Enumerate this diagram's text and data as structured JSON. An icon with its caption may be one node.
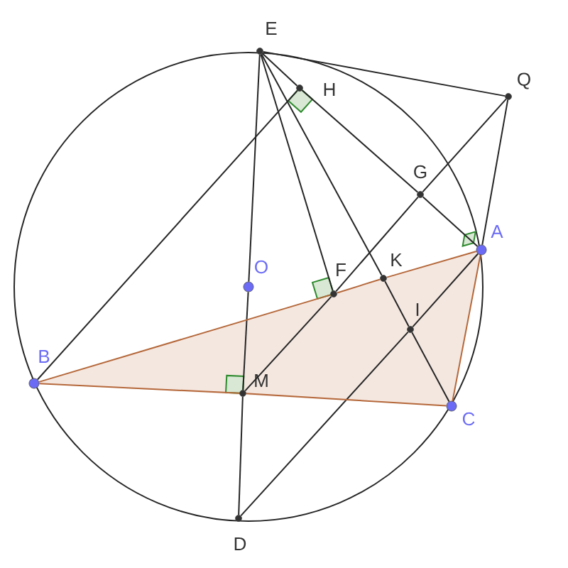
{
  "diagram": {
    "nodes": [
      {
        "text": [
          "E"
        ]
      },
      {
        "text": [
          "H"
        ]
      },
      {
        "text": [
          "Q"
        ]
      },
      {
        "text": [
          "G"
        ]
      },
      {
        "text": [
          "A"
        ]
      },
      {
        "text": [
          "O"
        ]
      },
      {
        "text": [
          "F"
        ]
      },
      {
        "text": [
          "K"
        ]
      },
      {
        "text": [
          "I"
        ]
      },
      {
        "text": [
          "B"
        ]
      },
      {
        "text": [
          "M"
        ]
      },
      {
        "text": [
          "C"
        ]
      },
      {
        "text": [
          "D"
        ]
      }
    ],
    "edges": [
      {
        "from": 0,
        "to": 5,
        "arrow": "none"
      },
      {
        "from": 5,
        "to": 10,
        "arrow": "none"
      },
      {
        "from": 10,
        "to": 12,
        "arrow": "none"
      },
      {
        "from": 0,
        "to": 6,
        "arrow": "none"
      },
      {
        "from": 0,
        "to": 7,
        "arrow": "none"
      },
      {
        "from": 7,
        "to": 8,
        "arrow": "none"
      },
      {
        "from": 8,
        "to": 11,
        "arrow": "none"
      },
      {
        "from": 0,
        "to": 1,
        "arrow": "none"
      },
      {
        "from": 1,
        "to": 3,
        "arrow": "none"
      },
      {
        "from": 3,
        "to": 4,
        "arrow": "none"
      },
      {
        "from": 0,
        "to": 2,
        "arrow": "none"
      },
      {
        "from": 9,
        "to": 1,
        "arrow": "none"
      },
      {
        "from": 2,
        "to": 3,
        "arrow": "none"
      },
      {
        "from": 3,
        "to": 6,
        "arrow": "none"
      },
      {
        "from": 6,
        "to": 10,
        "arrow": "none"
      },
      {
        "from": 2,
        "to": 4,
        "arrow": "none"
      },
      {
        "from": 4,
        "to": 8,
        "arrow": "none"
      },
      {
        "from": 8,
        "to": 12,
        "arrow": "none"
      },
      {
        "from": 9,
        "to": 6,
        "arrow": "none",
        "color": "#b5683a"
      },
      {
        "from": 6,
        "to": 7,
        "arrow": "none",
        "color": "#b5683a"
      },
      {
        "from": 7,
        "to": 4,
        "arrow": "none",
        "color": "#b5683a"
      },
      {
        "from": 9,
        "to": 10,
        "arrow": "none",
        "color": "#b5683a"
      },
      {
        "from": 10,
        "to": 11,
        "arrow": "none",
        "color": "#b5683a"
      },
      {
        "from": 4,
        "to": 11,
        "arrow": "none",
        "color": "#b5683a"
      }
    ]
  }
}
